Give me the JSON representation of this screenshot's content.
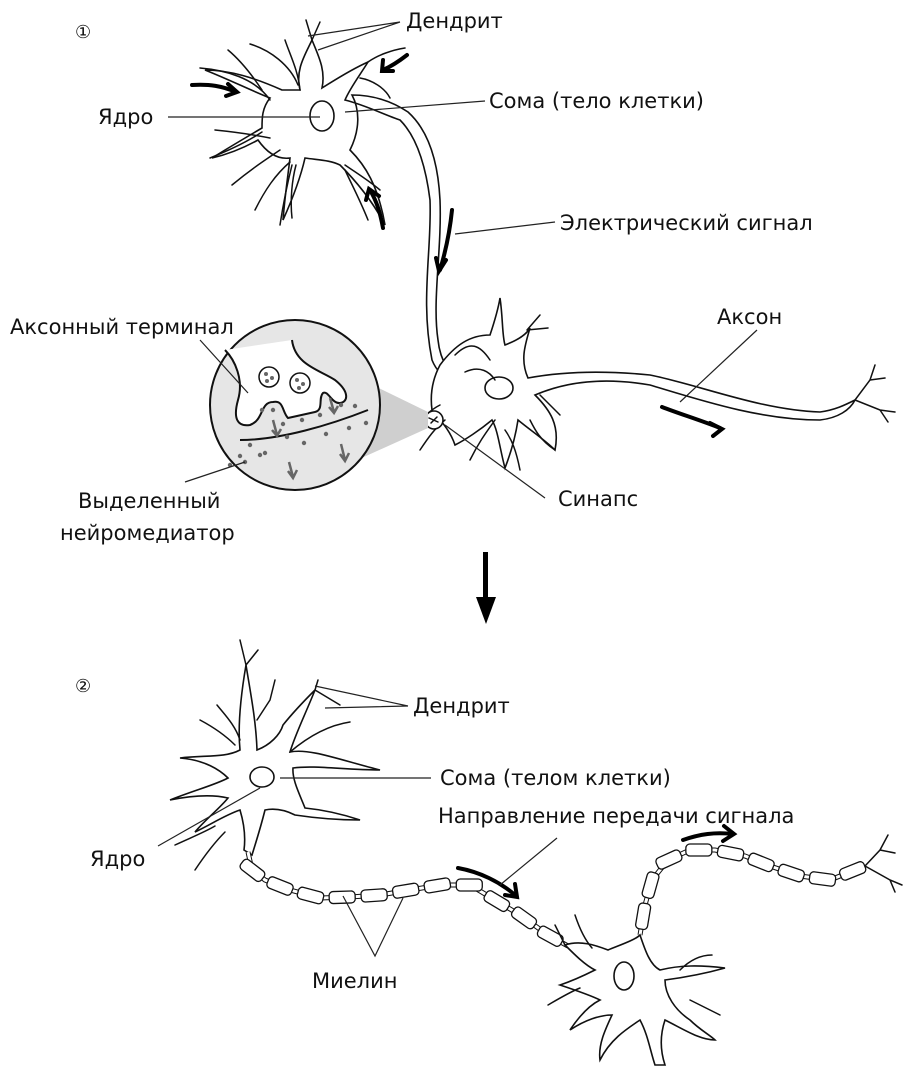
{
  "diagram": {
    "panel1": {
      "number": "①",
      "labels": {
        "dendrite": "Дендрит",
        "nucleus": "Ядро",
        "soma": "Сома (тело клетки)",
        "electric_signal": "Электрический сигнал",
        "axon_terminal": "Аксонный терминал",
        "axon": "Аксон",
        "released_neurotransmitter_line1": "Выделенный",
        "released_neurotransmitter_line2": "нейромедиатор",
        "synapse": "Синапс"
      }
    },
    "panel2": {
      "number": "②",
      "labels": {
        "dendrite": "Дендрит",
        "soma": "Сома (телом клетки)",
        "signal_direction": "Направление передачи сигнала",
        "nucleus": "Ядро",
        "myelin": "Миелин"
      }
    },
    "colors": {
      "ink": "#111111",
      "zoom_fill": "#e6e6e6",
      "zoom_cone": "#cfcfcf",
      "vesicle_dot": "#666666"
    }
  }
}
